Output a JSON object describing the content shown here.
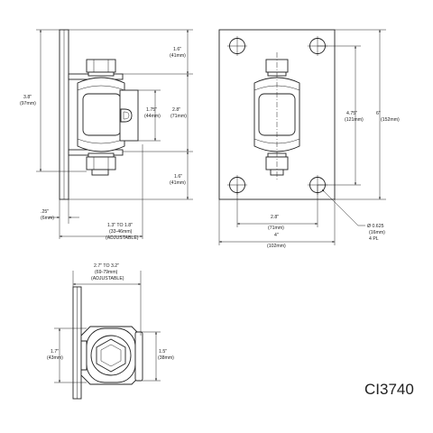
{
  "drawing": {
    "part_number": "CI3740",
    "side_view": {
      "total_height": [
        "3.8\"",
        "(97mm)"
      ],
      "top_offset": [
        "1.6\"",
        "(41mm)"
      ],
      "bottom_offset": [
        "1.6\"",
        "(41mm)"
      ],
      "center_height": [
        "2.8\"",
        "(71mm)"
      ],
      "knuckle_height": [
        "1.75\"",
        "(44mm)"
      ],
      "plate_thickness": [
        ".25\"",
        "(6mm)"
      ],
      "projection": [
        "1.3\" TO 1.8\"",
        "(33-46mm)",
        "(ADJUSTABLE)"
      ]
    },
    "front_view": {
      "plate_height": [
        "6\"",
        "(152mm)"
      ],
      "hole_vertical": [
        "4.75\"",
        "(121mm)"
      ],
      "hole_horizontal": [
        "2.8\"",
        "(71mm)"
      ],
      "plate_width": [
        "4\"",
        "(102mm)"
      ],
      "hole_callout": [
        "Ø 0.625",
        "(16mm)",
        "4 PL"
      ]
    },
    "top_view": {
      "width_adjustable": [
        "2.7\" TO 3.2\"",
        "(69-79mm)",
        "(ADJUSTABLE)"
      ],
      "left_height": [
        "1.7\"",
        "(43mm)"
      ],
      "right_height": [
        "1.5\"",
        "(38mm)"
      ]
    }
  }
}
